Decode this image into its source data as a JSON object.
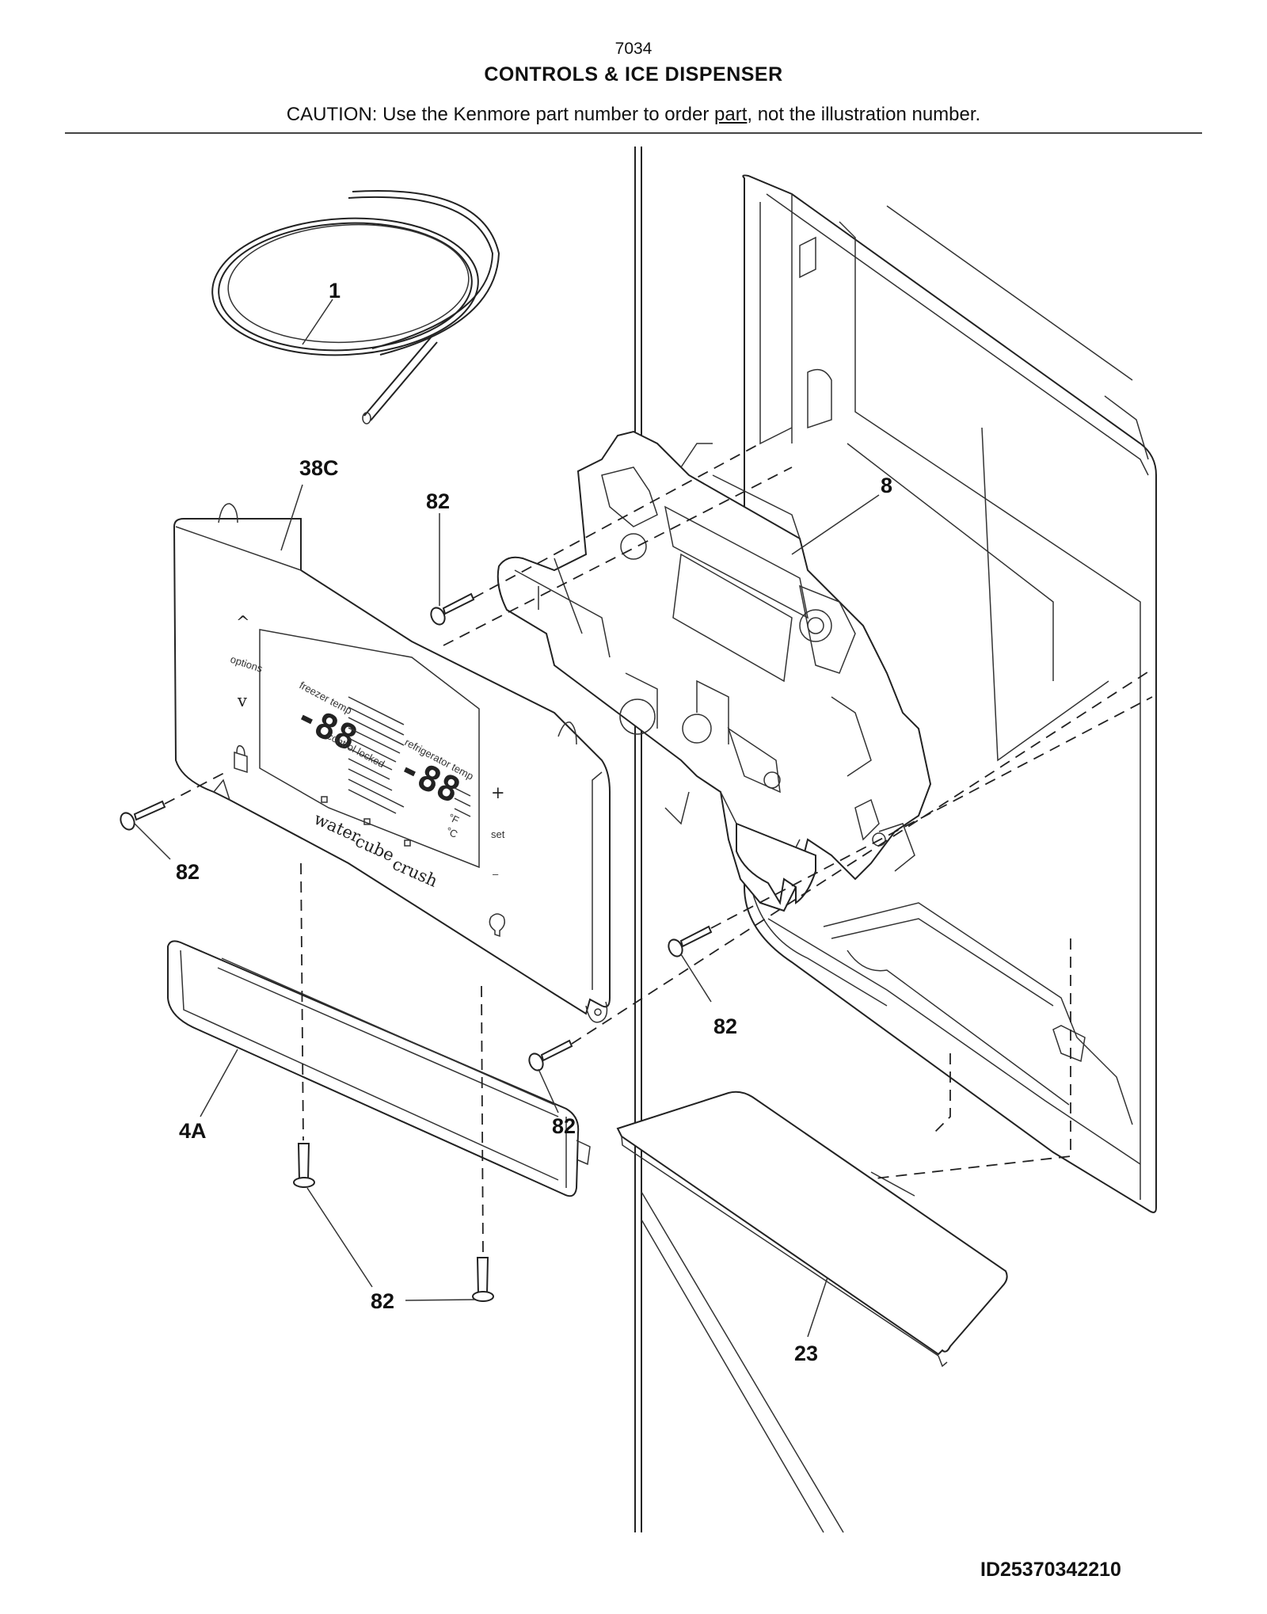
{
  "header": {
    "model": "7034",
    "title": "CONTROLS & ICE DISPENSER",
    "caution_prefix": "CAUTION: Use the Kenmore part number to order ",
    "caution_underlined": "part",
    "caution_suffix": ", not the illustration number."
  },
  "callouts": {
    "tube": "1",
    "panel": "38C",
    "dispenser": "8",
    "trim": "4A",
    "cover": "23",
    "screw_top": "82",
    "screw_left": "82",
    "screw_right": "82",
    "screw_mid": "82",
    "screw_bottom": "82"
  },
  "panel": {
    "options": "options",
    "up_arrow": "^",
    "down_arrow": "v",
    "freezer_readout": "-88",
    "fridge_readout": "-88",
    "freezer_label": "freezer temp",
    "fridge_label": "refrigerator temp",
    "control_locked": "control locked",
    "unit_f": "°F",
    "unit_c": "°C",
    "water": "water",
    "cube": "cube",
    "crush": "crush",
    "plus": "+",
    "set": "set",
    "minus": "–"
  },
  "footer": {
    "doc_id": "ID25370342210"
  }
}
